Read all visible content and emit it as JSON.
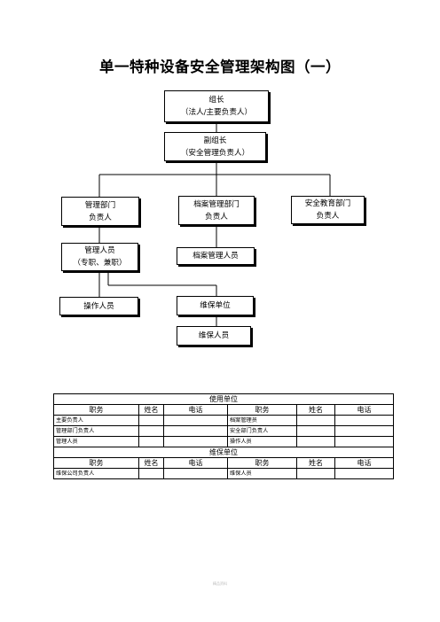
{
  "title": "单一特种设备安全管理架构图（一）",
  "org": {
    "leader": {
      "line1": "组长",
      "line2": "（法人/主要负责人）"
    },
    "deputy": {
      "line1": "副组长",
      "line2": "（安全管理负责人）"
    },
    "mgmt_dept": {
      "line1": "管理部门",
      "line2": "负责人"
    },
    "archive_dept": {
      "line1": "档案管理部门",
      "line2": "负责人"
    },
    "safety_edu_dept": {
      "line1": "安全教育部门",
      "line2": "负责人"
    },
    "mgmt_staff": {
      "line1": "管理人员",
      "line2": "（专职、兼职）"
    },
    "archive_staff": {
      "line1": "档案管理人员"
    },
    "operators": {
      "line1": "操作人员"
    },
    "maint_unit": {
      "line1": "维保单位"
    },
    "maint_staff": {
      "line1": "维保人员"
    }
  },
  "table": {
    "section1": "使用单位",
    "section2": "维保单位",
    "headers": [
      "职务",
      "姓名",
      "电话",
      "职务",
      "姓名",
      "电话"
    ],
    "rows1": [
      [
        "主要负责人",
        "",
        "",
        "档案管理员",
        "",
        ""
      ],
      [
        "管理部门负责人",
        "",
        "",
        "安全部门负责人",
        "",
        ""
      ],
      [
        "管理人员",
        "",
        "",
        "操作人员",
        "",
        ""
      ]
    ],
    "rows2": [
      [
        "维保公司负责人",
        "",
        "",
        "维保人员",
        "",
        ""
      ]
    ]
  },
  "footer": "精品资料"
}
